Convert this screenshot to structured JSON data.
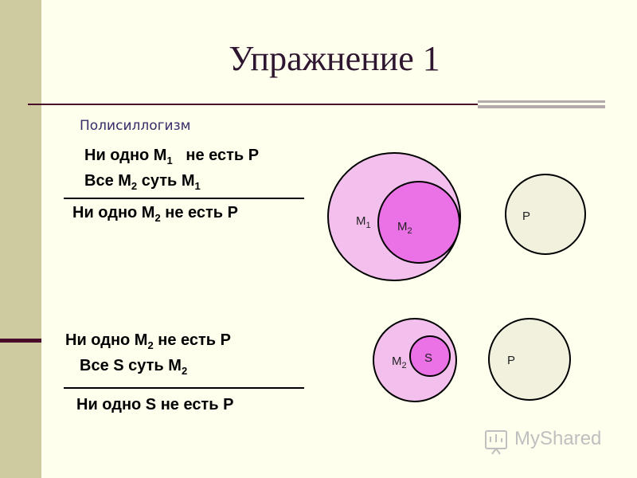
{
  "title": "Упражнение 1",
  "subtitle": "Полисиллогизм",
  "syllogism1": {
    "premise1": {
      "a": "Ни одно М",
      "sub": "1",
      "b": "не есть Р"
    },
    "premise2": {
      "a": "Все М",
      "sub1": "2",
      "b": "суть М",
      "sub2": "1"
    },
    "conclusion": {
      "a": "Ни одно М",
      "sub": "2",
      "b": "не есть Р"
    }
  },
  "syllogism2": {
    "premise1": {
      "a": "Ни одно М",
      "sub": "2",
      "b": "не есть Р"
    },
    "premise2": {
      "a": "Все S суть М",
      "sub": "2"
    },
    "conclusion": {
      "a": "Ни одно S не есть Р"
    }
  },
  "diagram1": {
    "outer": "M",
    "outer_sub": "1",
    "inner": "M",
    "inner_sub": "2",
    "separate": "P"
  },
  "diagram2": {
    "outer": "M",
    "outer_sub": "2",
    "inner": "S",
    "separate": "P"
  },
  "logo": "MyShared"
}
